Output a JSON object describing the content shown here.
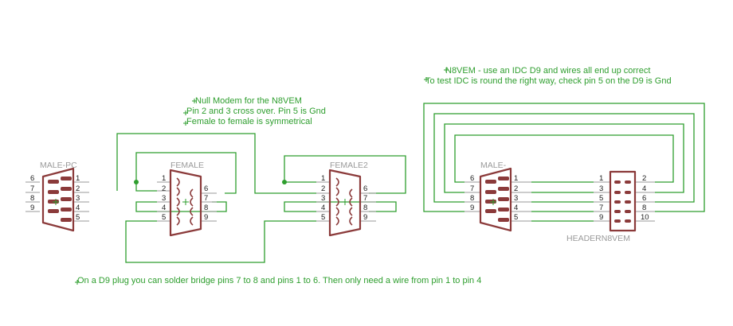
{
  "parts": {
    "male_pc": {
      "name": "MALE-PC",
      "left_pins": [
        "6",
        "7",
        "8",
        "9"
      ],
      "right_pins": [
        "1",
        "2",
        "3",
        "4",
        "5"
      ]
    },
    "female": {
      "name": "FEMALE",
      "left_pins": [
        "1",
        "2",
        "3",
        "4",
        "5"
      ],
      "right_pins": [
        "6",
        "7",
        "8",
        "9"
      ]
    },
    "female2": {
      "name": "FEMALE2",
      "left_pins": [
        "1",
        "2",
        "3",
        "4",
        "5"
      ],
      "right_pins": [
        "6",
        "7",
        "8",
        "9"
      ]
    },
    "male": {
      "name": "MALE-",
      "left_pins": [
        "6",
        "7",
        "8",
        "9"
      ],
      "right_pins": [
        "1",
        "2",
        "3",
        "4",
        "5"
      ]
    },
    "header": {
      "name": "HEADERN8VEM",
      "left_pins": [
        "1",
        "3",
        "5",
        "7",
        "9"
      ],
      "right_pins": [
        "2",
        "4",
        "6",
        "8",
        "10"
      ]
    }
  },
  "notes": {
    "null_modem": [
      "Null Modem for the N8VEM",
      "Pin 2 and 3 cross over. Pin 5 is Gnd",
      "Female to female is symmetrical"
    ],
    "idc": [
      "N8VEM - use an IDC D9 and wires all end up correct",
      "To test IDC is round the right way, check pin 5 on the D9 is Gnd"
    ],
    "bridge": "On a D9 plug you can solder bridge pins 7 to 8 and pins 1 to 6. Then only need a wire from pin 1 to pin 4"
  }
}
